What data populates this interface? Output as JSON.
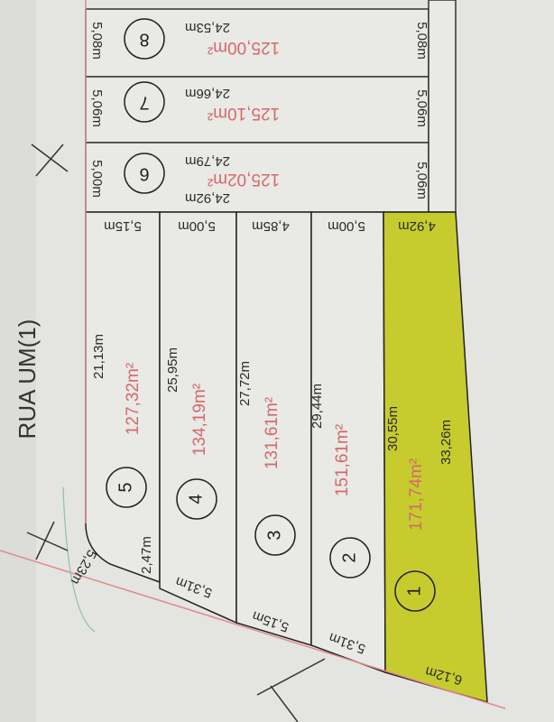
{
  "street": "RUA UM(1)",
  "colors": {
    "paper": "#e6e6e3",
    "lot_highlight": "#c6cc2e",
    "area_text": "#d46a6a",
    "boundary": "#e08a8a"
  },
  "lots": {
    "lot1": {
      "number": "1",
      "area": "171,74m²",
      "side_a": "30,55m",
      "side_b": "33,26m",
      "front": "4,92m",
      "back": "6,12m"
    },
    "lot2": {
      "number": "2",
      "area": "151,61m²",
      "side": "29,44m",
      "front": "5,00m",
      "back": "5,31m"
    },
    "lot3": {
      "number": "3",
      "area": "131,61m²",
      "side": "27,72m",
      "front": "4,85m",
      "back": "5,15m"
    },
    "lot4": {
      "number": "4",
      "area": "134,19m²",
      "side": "25,95m",
      "front": "5,00m",
      "back": "5,31m"
    },
    "lot5": {
      "number": "5",
      "area": "127,32m²",
      "side": "21,13m",
      "front": "5,15m",
      "corner": "2,47m",
      "curve": "5,23m"
    },
    "lot6": {
      "number": "6",
      "area": "125,02m²",
      "side_a": "24,92m",
      "side_b": "24,79m",
      "left": "5,00m",
      "right": "5,06m"
    },
    "lot7": {
      "number": "7",
      "area": "125,10m²",
      "side": "24,66m",
      "left": "5,06m",
      "right": "5,06m"
    },
    "lot8": {
      "number": "8",
      "area": "125,00m²",
      "side": "24,53m",
      "left": "5,08m",
      "right": "5,08m"
    }
  }
}
